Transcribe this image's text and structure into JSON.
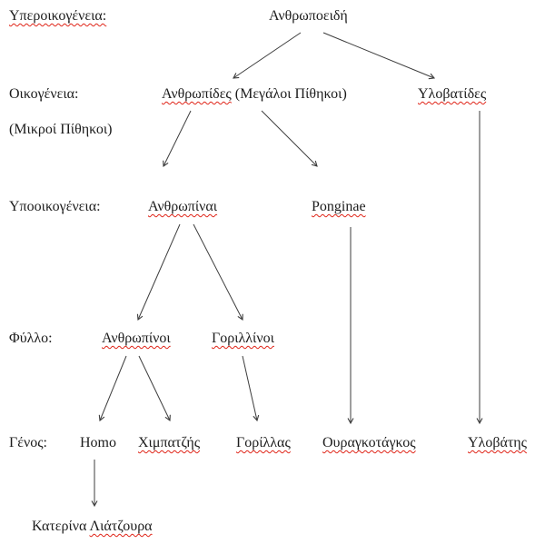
{
  "page": {
    "background": "#ffffff",
    "text_color": "#1c1c1c",
    "arrow_color": "#3d3d3d",
    "spellcheck_squiggle_color": "#e02418"
  },
  "labels": {
    "superfamily": "Υπεροικογένεια:",
    "family": "Οικογένεια:",
    "family_note": "(Μικροί Πίθηκοι)",
    "subfamily": "Υποοικογένεια:",
    "tribe": "Φύλλο:",
    "genus": "Γένος:"
  },
  "nodes": {
    "hominoidea": "Ανθρωποειδή",
    "hominidae": "Ανθρωπίδες",
    "hominidae_note": " (Μεγάλοι Πίθηκοι)",
    "hylobatidae": "Υλοβατίδες",
    "homininae": "Ανθρωπίναι",
    "ponginae": "Ponginae",
    "hominini": "Ανθρωπίνοι",
    "gorillini": "Γοριλλίνοι",
    "homo": "Homo",
    "chimpanzee": "Χιμπατζής",
    "gorilla": "Γορίλλας",
    "orangutan": "Ουραγκοτάγκος",
    "gibbon": "Υλοβάτης",
    "person_first": "Κατερίνα ",
    "person_last": "Λιάτζουρα"
  },
  "edges": [
    {
      "from": "hominoidea",
      "to": "hominidae"
    },
    {
      "from": "hominoidea",
      "to": "hylobatidae"
    },
    {
      "from": "hominidae",
      "to": "homininae"
    },
    {
      "from": "hominidae",
      "to": "ponginae"
    },
    {
      "from": "homininae",
      "to": "hominini"
    },
    {
      "from": "homininae",
      "to": "gorillini"
    },
    {
      "from": "ponginae",
      "to": "orangutan"
    },
    {
      "from": "hylobatidae",
      "to": "gibbon"
    },
    {
      "from": "hominini",
      "to": "homo"
    },
    {
      "from": "hominini",
      "to": "chimpanzee"
    },
    {
      "from": "gorillini",
      "to": "gorilla"
    },
    {
      "from": "homo",
      "to": "person"
    }
  ],
  "spellcheck_flagged": [
    "Υπεροικογένεια:",
    "Ανθρωπίδες",
    "Υλοβατίδες",
    "Ανθρωπίναι",
    "Ponginae",
    "Ανθρωπίνοι",
    "Γοριλλίνοι",
    "Χιμπατζής",
    "Γορίλλας",
    "Ουραγκοτάγκος",
    "Υλοβάτης",
    "Λιάτζουρα"
  ]
}
